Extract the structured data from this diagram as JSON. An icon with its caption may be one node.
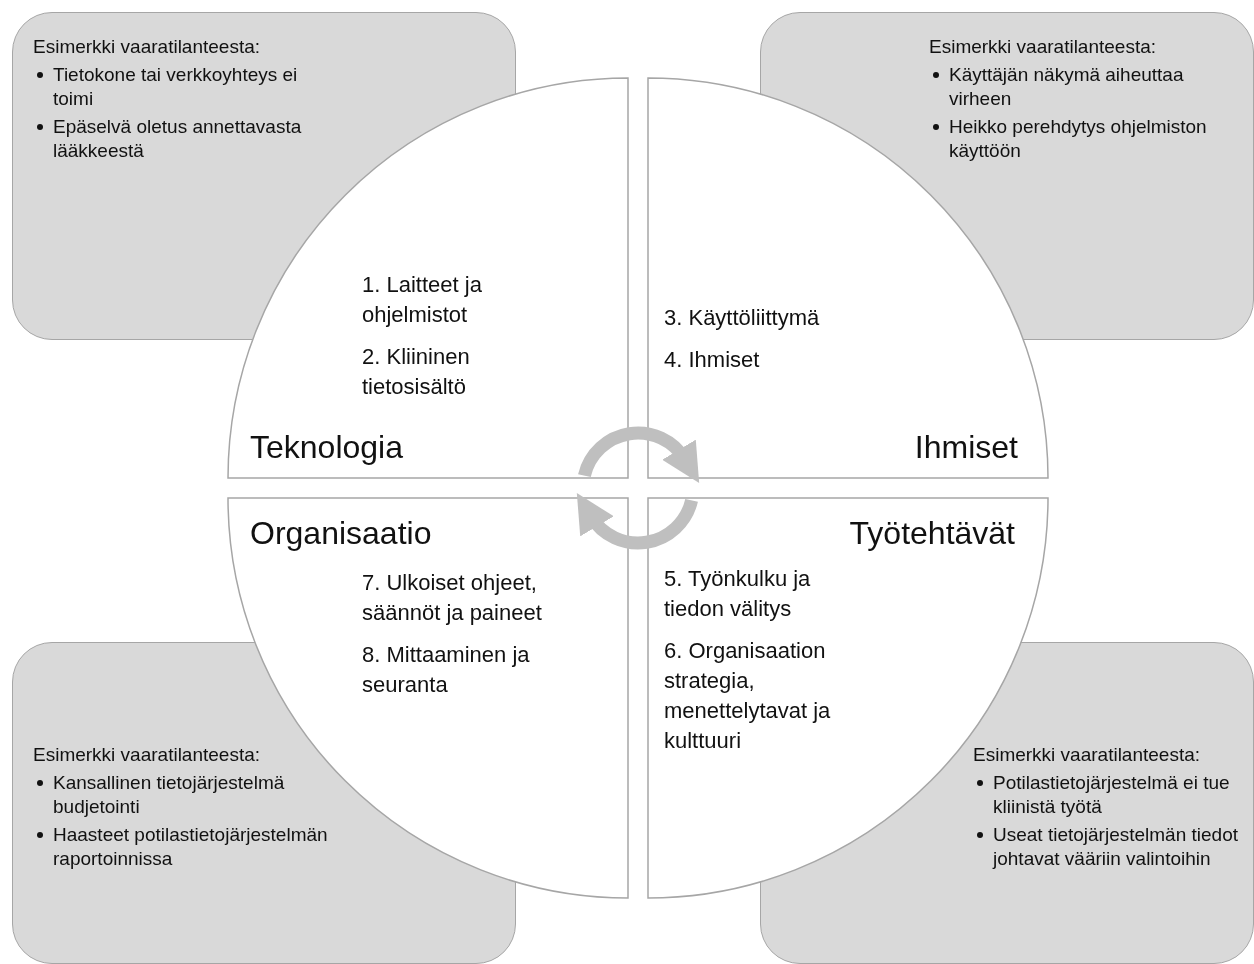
{
  "diagram": {
    "nodes": [
      {
        "text": [
          "Esimerkki vaaratilanteesta:",
          "Tietokone tai verkkoyhteys ei toimi",
          "Epäselvä oletus annettavasta lääkkeestä"
        ]
      },
      {
        "text": [
          "Esimerkki vaaratilanteesta:",
          "Käyttäjän näkymä aiheuttaa virheen",
          "Heikko perehdytys ohjelmiston käyttöön"
        ]
      },
      {
        "text": [
          "1. Laitteet ja ohjelmistot",
          "2. Kliininen tietosisältö",
          "Teknologia"
        ]
      },
      {
        "text": [
          "3. Käyttöliittymä",
          "4. Ihmiset",
          "Ihmiset"
        ]
      },
      {
        "text": [
          "Organisaatio",
          "7. Ulkoiset ohjeet, säännöt ja paineet",
          "8. Mittaaminen ja seuranta"
        ]
      },
      {
        "text": [
          "Työtehtävät",
          "5. Työnkulku ja tiedon välitys",
          "6. Organisaation strategia, menettelytavat ja kulttuuri"
        ]
      },
      {
        "text": [
          "Esimerkki vaaratilanteesta:",
          "Kansallinen tietojärjestelmä budjetointi",
          "Haasteet potilastietojärjestelmän raportoinnissa"
        ]
      },
      {
        "text": [
          "Esimerkki vaaratilanteesta:",
          "Potilastietojärjestelmä ei tue kliinistä työtä",
          "Useat tietojärjestelmän tiedot johtavat vääriin valintoihin"
        ]
      }
    ],
    "edges": [
      {
        "from": 2,
        "to": 3,
        "arrow": "to"
      },
      {
        "from": 5,
        "to": 4,
        "arrow": "to"
      }
    ]
  }
}
